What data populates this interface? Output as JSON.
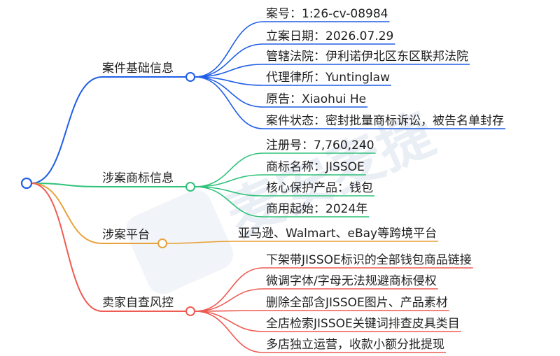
{
  "watermark": {
    "text": "麦安麦捷"
  },
  "colors": {
    "blue": "#1f5ee6",
    "green": "#2fc27a",
    "orange": "#e9a23b",
    "red": "#ef5a52"
  },
  "branches": [
    {
      "label": "案件基础信息",
      "color": "blue",
      "children": [
        "案号：1:26-cv-08984",
        "立案日期：2026.07.29",
        "管辖法院：伊利诺伊北区东区联邦法院",
        "代理律所：Yuntinglaw",
        "原告：Xiaohui He",
        "案件状态：密封批量商标诉讼，被告名单封存"
      ]
    },
    {
      "label": "涉案商标信息",
      "color": "green",
      "children": [
        "注册号：7,760,240",
        "商标名称：JISSOE",
        "核心保护产品：钱包",
        "商用起始：2024年"
      ]
    },
    {
      "label": "涉案平台",
      "color": "orange",
      "children": [
        "亚马逊、Walmart、eBay等跨境平台"
      ]
    },
    {
      "label": "卖家自查风控",
      "color": "red",
      "children": [
        "下架带JISSOE标识的全部钱包商品链接",
        "微调字体/字母无法规避商标侵权",
        "删除全部含JISSOE图片、产品素材",
        "全店检索JISSOE关键词排查皮具类目",
        "多店独立运营，收款小额分批提现"
      ]
    }
  ]
}
